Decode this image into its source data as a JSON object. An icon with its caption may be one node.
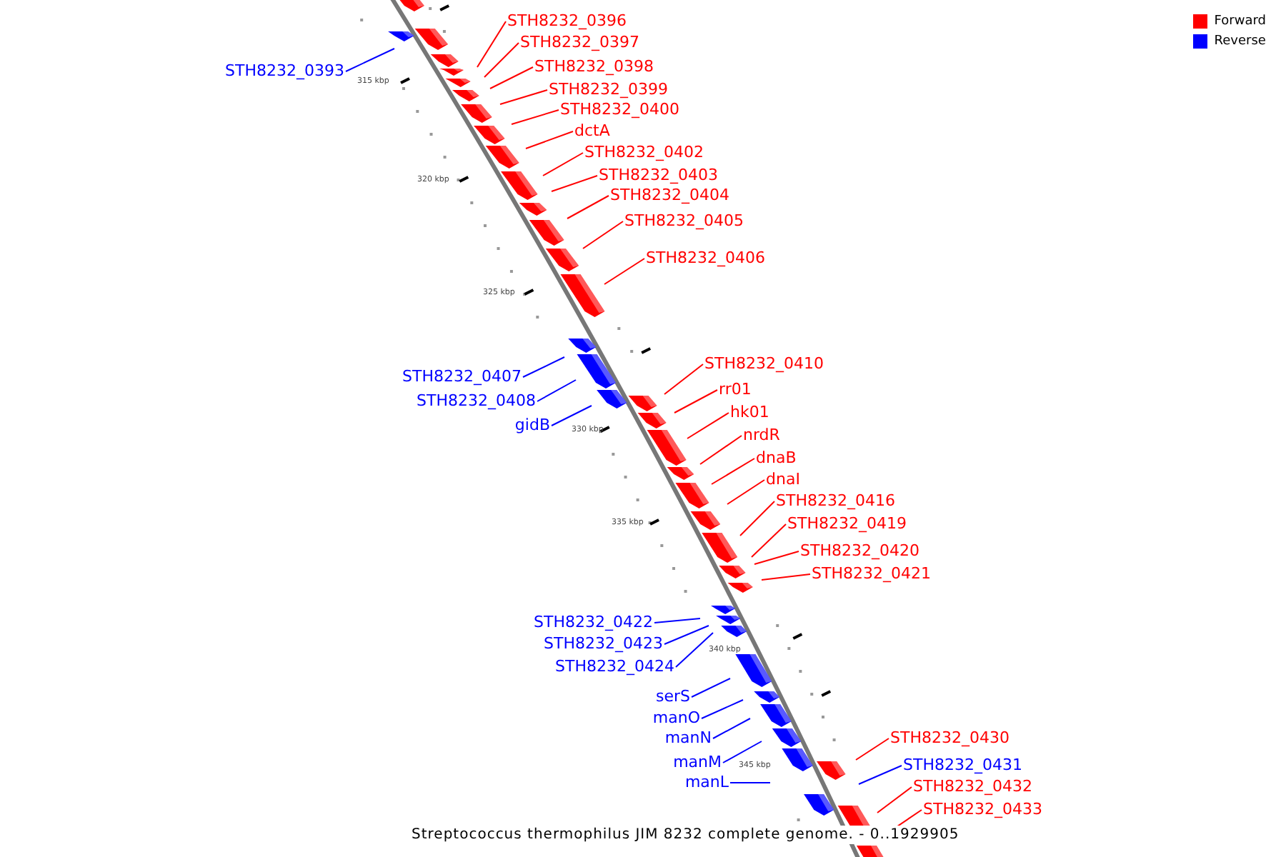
{
  "diagram": {
    "caption": "Streptococcus thermophilus JIM 8232 complete genome. - 0..1929905",
    "nodes": [
      {
        "text": [
          "STH8232_0393"
        ]
      },
      {
        "text": [
          "STH8232_0396"
        ]
      },
      {
        "text": [
          "STH8232_0397"
        ]
      },
      {
        "text": [
          "STH8232_0398"
        ]
      },
      {
        "text": [
          "STH8232_0399"
        ]
      },
      {
        "text": [
          "STH8232_0400"
        ]
      },
      {
        "text": [
          "dctA"
        ]
      },
      {
        "text": [
          "STH8232_0402"
        ]
      },
      {
        "text": [
          "STH8232_0403"
        ]
      },
      {
        "text": [
          "STH8232_0404"
        ]
      },
      {
        "text": [
          "STH8232_0405"
        ]
      },
      {
        "text": [
          "STH8232_0406"
        ]
      },
      {
        "text": [
          "STH8232_0407"
        ]
      },
      {
        "text": [
          "STH8232_0408"
        ]
      },
      {
        "text": [
          "gidB"
        ]
      },
      {
        "text": [
          "STH8232_0410"
        ]
      },
      {
        "text": [
          "rr01"
        ]
      },
      {
        "text": [
          "hk01"
        ]
      },
      {
        "text": [
          "nrdR"
        ]
      },
      {
        "text": [
          "dnaB"
        ]
      },
      {
        "text": [
          "dnaI"
        ]
      },
      {
        "text": [
          "STH8232_0416"
        ]
      },
      {
        "text": [
          "STH8232_0419"
        ]
      },
      {
        "text": [
          "STH8232_0420"
        ]
      },
      {
        "text": [
          "STH8232_0421"
        ]
      },
      {
        "text": [
          "STH8232_0422"
        ]
      },
      {
        "text": [
          "STH8232_0423"
        ]
      },
      {
        "text": [
          "STH8232_0424"
        ]
      },
      {
        "text": [
          "serS"
        ]
      },
      {
        "text": [
          "manO"
        ]
      },
      {
        "text": [
          "manN"
        ]
      },
      {
        "text": [
          "manM"
        ]
      },
      {
        "text": [
          "manL"
        ]
      },
      {
        "text": [
          "STH8232_0430"
        ]
      },
      {
        "text": [
          "STH8232_0431"
        ]
      },
      {
        "text": [
          "STH8232_0432"
        ]
      },
      {
        "text": [
          "STH8232_0433"
        ]
      }
    ],
    "edges": [
      {
        "from": 0,
        "to": null,
        "arrow": "none",
        "color": "#0000ff"
      },
      {
        "from": 1,
        "to": null,
        "arrow": "none"
      },
      {
        "from": 2,
        "to": null,
        "arrow": "none"
      },
      {
        "from": 3,
        "to": null,
        "arrow": "none"
      },
      {
        "from": 4,
        "to": null,
        "arrow": "none"
      },
      {
        "from": 5,
        "to": null,
        "arrow": "none"
      },
      {
        "from": 6,
        "to": null,
        "arrow": "none"
      },
      {
        "from": 7,
        "to": null,
        "arrow": "none"
      },
      {
        "from": 8,
        "to": null,
        "arrow": "none"
      },
      {
        "from": 9,
        "to": null,
        "arrow": "none"
      },
      {
        "from": 10,
        "to": null,
        "arrow": "none"
      },
      {
        "from": 11,
        "to": null,
        "arrow": "none"
      },
      {
        "from": 12,
        "to": null,
        "arrow": "none",
        "color": "#0000ff"
      },
      {
        "from": 13,
        "to": null,
        "arrow": "none",
        "color": "#0000ff"
      },
      {
        "from": 14,
        "to": null,
        "arrow": "none",
        "color": "#0000ff"
      },
      {
        "from": 15,
        "to": null,
        "arrow": "none"
      },
      {
        "from": 16,
        "to": null,
        "arrow": "none"
      },
      {
        "from": 17,
        "to": null,
        "arrow": "none"
      },
      {
        "from": 18,
        "to": null,
        "arrow": "none"
      },
      {
        "from": 19,
        "to": null,
        "arrow": "none"
      },
      {
        "from": 20,
        "to": null,
        "arrow": "none"
      },
      {
        "from": 21,
        "to": null,
        "arrow": "none"
      },
      {
        "from": 22,
        "to": null,
        "arrow": "none"
      },
      {
        "from": 23,
        "to": null,
        "arrow": "none"
      },
      {
        "from": 24,
        "to": null,
        "arrow": "none"
      },
      {
        "from": 25,
        "to": null,
        "arrow": "none",
        "color": "#0000ff"
      },
      {
        "from": 26,
        "to": null,
        "arrow": "none",
        "color": "#0000ff"
      },
      {
        "from": 27,
        "to": null,
        "arrow": "none",
        "color": "#0000ff"
      },
      {
        "from": 28,
        "to": null,
        "arrow": "none",
        "color": "#0000ff"
      },
      {
        "from": 29,
        "to": null,
        "arrow": "none",
        "color": "#0000ff"
      },
      {
        "from": 30,
        "to": null,
        "arrow": "none",
        "color": "#0000ff"
      },
      {
        "from": 31,
        "to": null,
        "arrow": "none",
        "color": "#0000ff"
      },
      {
        "from": 32,
        "to": null,
        "arrow": "none",
        "color": "#0000ff"
      },
      {
        "from": 33,
        "to": null,
        "arrow": "none"
      },
      {
        "from": 34,
        "to": null,
        "arrow": "none",
        "color": "#0000ff"
      },
      {
        "from": 35,
        "to": null,
        "arrow": "none"
      },
      {
        "from": 36,
        "to": null,
        "arrow": "none"
      }
    ],
    "labels": [
      "315 kbp",
      "320 kbp",
      "325 kbp",
      "330 kbp",
      "335 kbp",
      "340 kbp",
      "345 kbp"
    ],
    "legend": [
      {
        "text": "Forward",
        "color": "#ff0000"
      },
      {
        "text": "Reverse",
        "color": "#0000ff"
      }
    ]
  }
}
